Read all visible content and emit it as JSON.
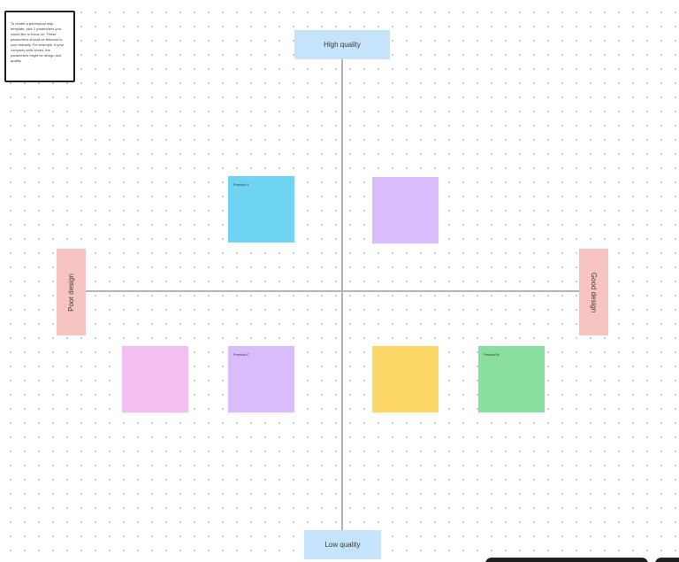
{
  "instructions": {
    "text": "To create a perceptual map template, pick 2 parameters you would like to focus on. These parameters should be relevant to your industry. For example, if your company sells shoes, the parameters might be design and quality."
  },
  "axes": {
    "top_label": "High quality",
    "bottom_label": "Low quality",
    "left_label": "Poor design",
    "right_label": "Good design"
  },
  "stickies": [
    {
      "label": "Product X",
      "color": "#6fd4f1"
    },
    {
      "label": "",
      "color": "#d8bcfb"
    },
    {
      "label": "",
      "color": "#f3bff0"
    },
    {
      "label": "Product C",
      "color": "#d8bcfb"
    },
    {
      "label": "",
      "color": "#fdd869"
    },
    {
      "label": "Product B",
      "color": "#88dfa0"
    }
  ],
  "colors": {
    "axis_label_blue": "#c5e3fb",
    "axis_label_pink": "#f6c4c1",
    "axis_line": "#b4b4b4"
  }
}
